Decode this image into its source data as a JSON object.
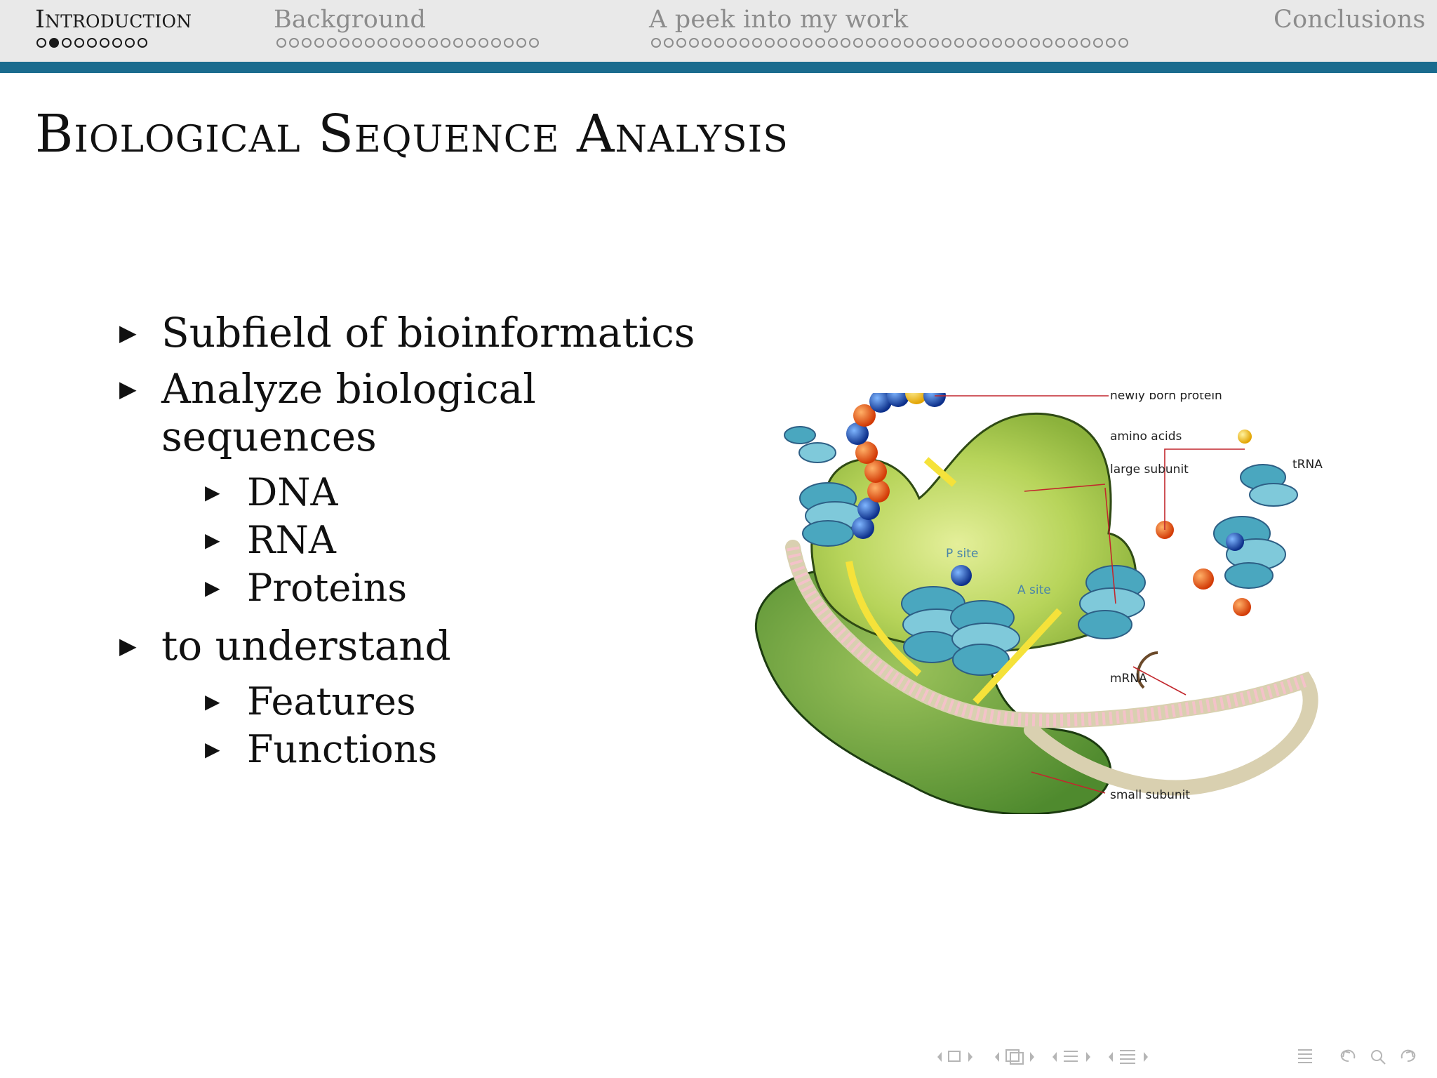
{
  "nav": {
    "sections": [
      {
        "label": "Introduction",
        "dots": 9,
        "current": 1
      },
      {
        "label": "Background",
        "dots": 21,
        "current": -1
      },
      {
        "label": "A peek into my work",
        "dots": 38,
        "current": -1
      },
      {
        "label": "Conclusions",
        "dots": 0,
        "current": -1
      }
    ]
  },
  "slide": {
    "title": "Biological Sequence Analysis",
    "bullets": [
      {
        "text": "Subfield of bioinformatics",
        "sub": []
      },
      {
        "text": "Analyze biological sequences",
        "sub": [
          "DNA",
          "RNA",
          "Proteins"
        ]
      },
      {
        "text": "to understand",
        "sub": [
          "Features",
          "Functions"
        ]
      }
    ]
  },
  "figure": {
    "labels": {
      "newly_born_protein": "newly born protein",
      "amino_acids": "amino acids",
      "large_subunit": "large subunit",
      "trna": "tRNA",
      "p_site": "P site",
      "a_site": "A site",
      "mrna": "mRNA",
      "small_subunit": "small subunit"
    }
  },
  "footer": {
    "icons": [
      "arrow-left-icon",
      "frame-icon",
      "arrow-right-icon",
      "arrow-left-icon",
      "subsection-icon",
      "arrow-right-icon",
      "arrow-left-icon",
      "section-icon",
      "arrow-right-icon",
      "arrow-left-icon",
      "section-list-icon",
      "arrow-right-icon",
      "menu-icon",
      "back-icon",
      "search-icon",
      "forward-icon"
    ]
  }
}
